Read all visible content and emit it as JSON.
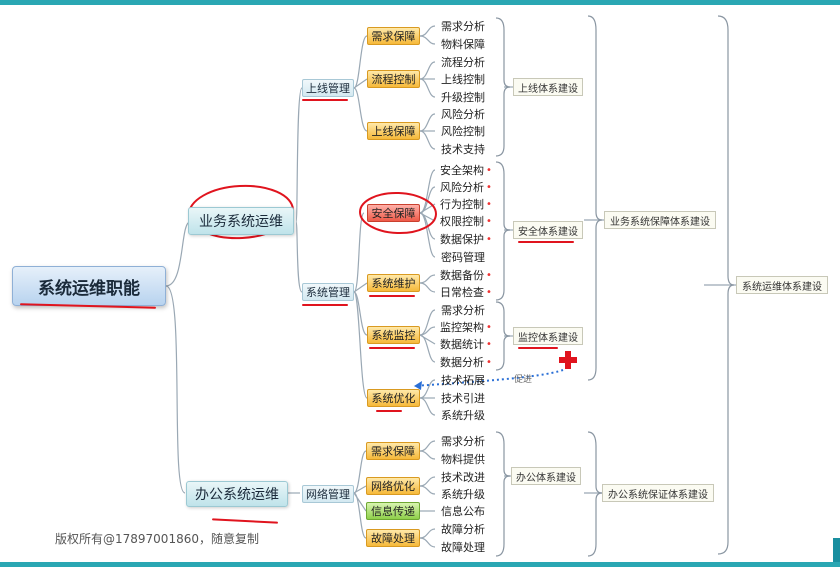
{
  "root": "系统运维职能",
  "branches": {
    "business": "业务系统运维",
    "office": "办公系统运维"
  },
  "l2": {
    "online": "上线管理",
    "system": "系统管理",
    "network": "网络管理"
  },
  "l3": {
    "demand_guarantee": "需求保障",
    "process_control": "流程控制",
    "online_guarantee": "上线保障",
    "security_guarantee": "安全保障",
    "system_maintenance": "系统维护",
    "system_monitoring": "系统监控",
    "system_optimization": "系统优化",
    "office_demand": "需求保障",
    "network_optimization": "网络优化",
    "info_transfer": "信息传递",
    "fault_handling": "故障处理"
  },
  "leaves": {
    "demand_analysis": "需求分析",
    "material_guarantee": "物料保障",
    "process_analysis": "流程分析",
    "online_control": "上线控制",
    "upgrade_control": "升级控制",
    "risk_analysis": "风险分析",
    "risk_control": "风险控制",
    "tech_support": "技术支持",
    "security_arch": "安全架构",
    "risk_analysis2": "风险分析",
    "behavior_control": "行为控制",
    "permission_control": "权限控制",
    "data_protection": "数据保护",
    "password_mgmt": "密码管理",
    "data_backup": "数据备份",
    "daily_check": "日常检查",
    "demand_analysis2": "需求分析",
    "monitor_arch": "监控架构",
    "data_stats": "数据统计",
    "data_analysis": "数据分析",
    "tech_expand": "技术拓展",
    "tech_intro": "技术引进",
    "system_upgrade": "系统升级",
    "office_demand_analysis": "需求分析",
    "material_supply": "物料提供",
    "tech_improve": "技术改进",
    "system_upgrade2": "系统升级",
    "info_publish": "信息公布",
    "fault_analysis": "故障分析",
    "fault_process": "故障处理"
  },
  "summaries": {
    "online_system": "上线体系建设",
    "security_system": "安全体系建设",
    "monitor_system": "监控体系建设",
    "business_guarantee": "业务系统保障体系建设",
    "ops_system": "系统运维体系建设",
    "office_system": "办公体系建设",
    "office_guarantee": "办公系统保证体系建设"
  },
  "promote_label": "促进",
  "footer": "版权所有@17897001860，随意复制",
  "colors": {
    "accent_bar": "#2aa7b3",
    "annotation_red": "#e0141e",
    "wire": "#9aa8b4",
    "promote_arrow": "#2a6fd6"
  }
}
